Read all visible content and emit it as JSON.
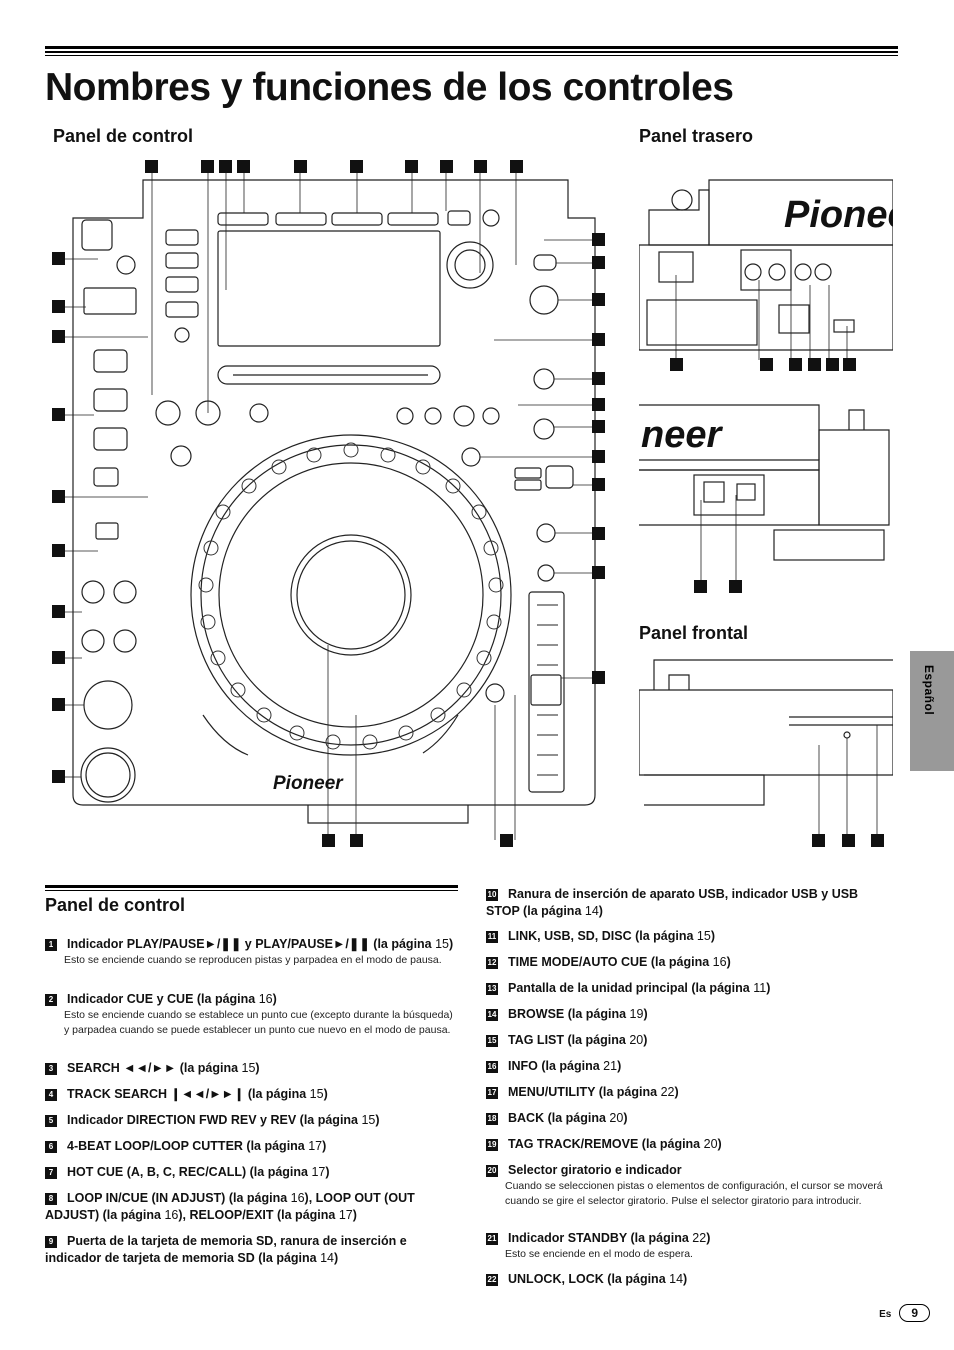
{
  "page": {
    "title": "Nombres y funciones de los controles",
    "language_tab": "Español",
    "footer_lang": "Es",
    "page_number": "9"
  },
  "diagrams": {
    "control_panel_heading": "Panel de control",
    "rear_panel_heading": "Panel trasero",
    "front_panel_heading": "Panel frontal",
    "brand_logo": "Pioneer"
  },
  "section": {
    "title": "Panel de control",
    "left_items": [
      {
        "num": "1",
        "head": "Indicador PLAY/PAUSE►/❚❚ y PLAY/PAUSE►/❚❚ (la página ",
        "ref": "15",
        "tail": ")",
        "desc": "Esto se enciende cuando se reproducen pistas y parpadea en el modo de pausa."
      },
      {
        "num": "2",
        "head": "Indicador CUE y CUE (la página ",
        "ref": "16",
        "tail": ")",
        "desc": "Esto se enciende cuando se establece un punto cue (excepto durante la búsqueda) y parpadea cuando se puede establecer un punto cue nuevo en el modo de pausa."
      },
      {
        "num": "3",
        "head": "SEARCH ◄◄/►► (la página ",
        "ref": "15",
        "tail": ")",
        "desc": ""
      },
      {
        "num": "4",
        "head": "TRACK SEARCH ❙◄◄/►►❙ (la página ",
        "ref": "15",
        "tail": ")",
        "desc": ""
      },
      {
        "num": "5",
        "head": "Indicador DIRECTION FWD REV y REV (la página ",
        "ref": "15",
        "tail": ")",
        "desc": ""
      },
      {
        "num": "6",
        "head": "4-BEAT LOOP/LOOP CUTTER (la página ",
        "ref": "17",
        "tail": ")",
        "desc": ""
      },
      {
        "num": "7",
        "head": "HOT CUE (A, B, C, REC/CALL) (la página ",
        "ref": "17",
        "tail": ")",
        "desc": ""
      },
      {
        "num": "8",
        "head": "LOOP IN/CUE (IN ADJUST) (la página ",
        "ref": "16",
        "tail": "), LOOP OUT (OUT ADJUST) (la página ",
        "ref2": "16",
        "tail2": "), RELOOP/EXIT (la página ",
        "ref3": "17",
        "tail3": ")",
        "desc": ""
      },
      {
        "num": "9",
        "head": "Puerta de la tarjeta de memoria SD, ranura de inserción e indicador de tarjeta de memoria SD (la página ",
        "ref": "14",
        "tail": ")",
        "desc": ""
      }
    ],
    "right_items": [
      {
        "num": "10",
        "head": "Ranura de inserción de aparato USB, indicador USB y USB STOP (la página ",
        "ref": "14",
        "tail": ")",
        "desc": ""
      },
      {
        "num": "11",
        "head": "LINK, USB, SD, DISC (la página ",
        "ref": "15",
        "tail": ")",
        "desc": ""
      },
      {
        "num": "12",
        "head": "TIME MODE/AUTO CUE (la página ",
        "ref": "16",
        "tail": ")",
        "desc": ""
      },
      {
        "num": "13",
        "head": "Pantalla de la unidad principal (la página ",
        "ref": "11",
        "tail": ")",
        "desc": ""
      },
      {
        "num": "14",
        "head": "BROWSE (la página ",
        "ref": "19",
        "tail": ")",
        "desc": ""
      },
      {
        "num": "15",
        "head": "TAG LIST (la página ",
        "ref": "20",
        "tail": ")",
        "desc": ""
      },
      {
        "num": "16",
        "head": "INFO (la página ",
        "ref": "21",
        "tail": ")",
        "desc": ""
      },
      {
        "num": "17",
        "head": "MENU/UTILITY (la página ",
        "ref": "22",
        "tail": ")",
        "desc": ""
      },
      {
        "num": "18",
        "head": "BACK (la página ",
        "ref": "20",
        "tail": ")",
        "desc": ""
      },
      {
        "num": "19",
        "head": "TAG TRACK/REMOVE (la página ",
        "ref": "20",
        "tail": ")",
        "desc": ""
      },
      {
        "num": "20",
        "head": "Selector giratorio e indicador",
        "ref": "",
        "tail": "",
        "desc": "Cuando se seleccionen pistas o elementos de configuración, el cursor se moverá cuando se gire el selector giratorio. Pulse el selector giratorio para introducir."
      },
      {
        "num": "21",
        "head": "Indicador STANDBY (la página ",
        "ref": "22",
        "tail": ")",
        "desc": "Esto se enciende en el modo de espera."
      },
      {
        "num": "22",
        "head": "UNLOCK, LOCK (la página ",
        "ref": "14",
        "tail": ")",
        "desc": ""
      }
    ]
  }
}
